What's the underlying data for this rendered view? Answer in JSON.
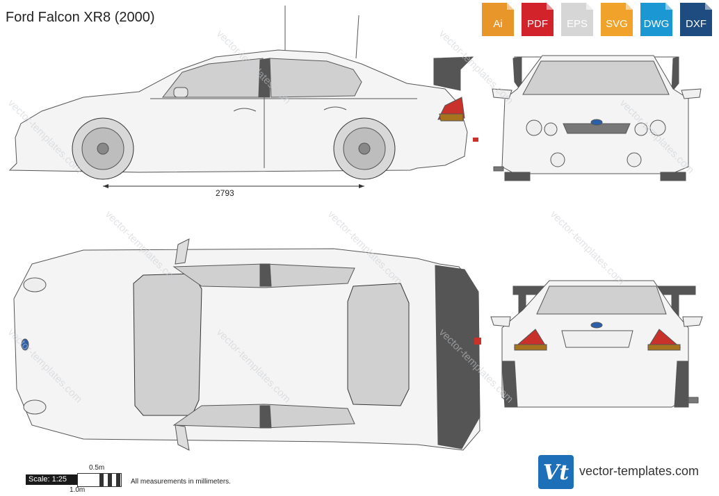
{
  "title": "Ford Falcon XR8 (2000)",
  "formats": [
    {
      "label": "Ai",
      "color": "#e8962a"
    },
    {
      "label": "PDF",
      "color": "#d2232a"
    },
    {
      "label": "EPS",
      "color": "#d6d6d6"
    },
    {
      "label": "SVG",
      "color": "#f0a22a"
    },
    {
      "label": "DWG",
      "color": "#1b97d4"
    },
    {
      "label": "DXF",
      "color": "#1e4c80"
    }
  ],
  "wheelbase": "2793",
  "scale": {
    "label": "Scale: 1:25",
    "half": "0.5m",
    "full": "1.0m"
  },
  "note": "All measurements in millimeters.",
  "logo": {
    "mark": "Vt",
    "site": "vector-templates.com"
  },
  "watermark": "vector-templates.com"
}
